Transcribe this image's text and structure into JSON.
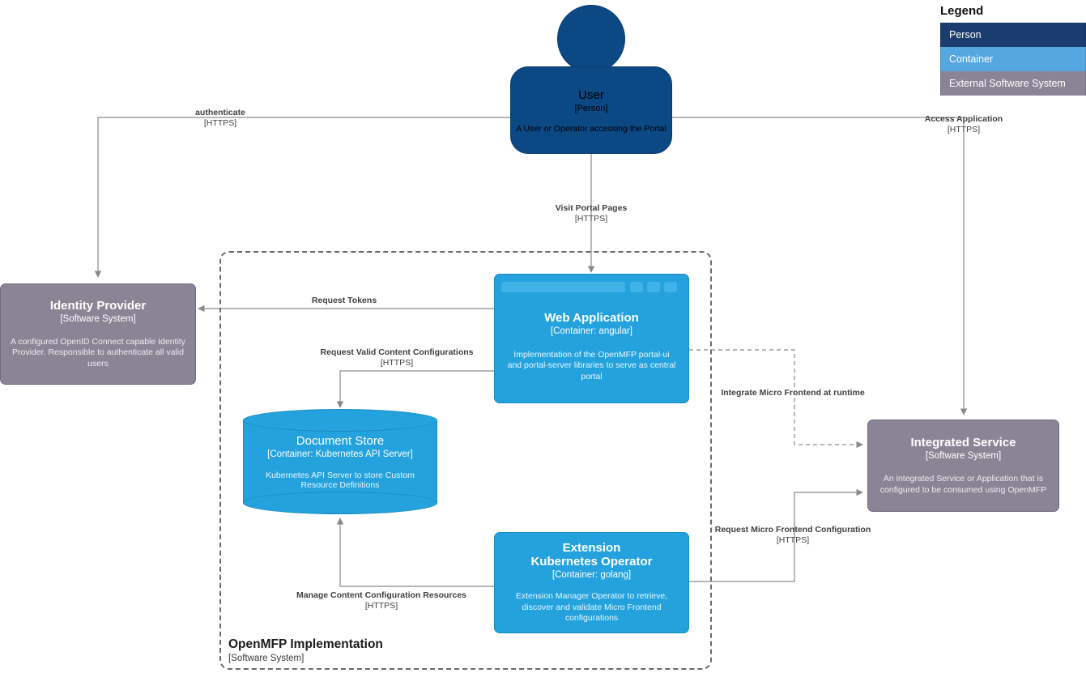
{
  "diagram": {
    "type": "c4-container-diagram",
    "colors": {
      "person": "#0b4884",
      "container": "#23a2dd",
      "external_software_system": "#8b8496",
      "boundary_stroke": "#6b6b6b",
      "edge_stroke": "#707070",
      "legend_person": "#1b3c6e",
      "legend_container": "#54a7e0",
      "legend_external": "#8b8496"
    }
  },
  "legend": {
    "title": "Legend",
    "items": [
      {
        "label": "Person",
        "kind": "person"
      },
      {
        "label": "Container",
        "kind": "container"
      },
      {
        "label": "External Software System",
        "kind": "external"
      }
    ]
  },
  "boundary": {
    "name": "OpenMFP Implementation",
    "type": "[Software System]"
  },
  "nodes": {
    "user": {
      "name": "User",
      "type": "[Person]",
      "description": "A User or Operator accessing the Portal"
    },
    "identity_provider": {
      "name": "Identity Provider",
      "type": "[Software System]",
      "description": "A configured OpenID Connect capable Identity Provider. Responsible to authenticate all valid users"
    },
    "web_application": {
      "name": "Web Application",
      "type": "[Container: angular]",
      "description": "Implementation of the OpenMFP portal-ui and portal-server libraries to serve as central portal"
    },
    "document_store": {
      "name": "Document Store",
      "type": "[Container: Kubernetes API Server]",
      "description": "Kubernetes API Server to store Custom Resource Definitions"
    },
    "extension_operator": {
      "name": "Extension Kubernetes Operator",
      "name_line1": "Extension",
      "name_line2": "Kubernetes Operator",
      "type": "[Container: golang]",
      "description": "Extension Manager Operator to retrieve, discover and validate Micro Frontend configurations"
    },
    "integrated_service": {
      "name": "Integrated Service",
      "type": "[Software System]",
      "description": "An integrated Service or Application that is configured to be consumed using OpenMFP"
    }
  },
  "edges": {
    "authenticate": {
      "label": "authenticate",
      "technology": "[HTTPS]"
    },
    "access_application": {
      "label": "Access Application",
      "technology": "[HTTPS]"
    },
    "visit_portal_pages": {
      "label": "Visit Portal Pages",
      "technology": "[HTTPS]"
    },
    "request_tokens": {
      "label": "Request Tokens",
      "technology": ""
    },
    "request_valid_content_configurations": {
      "label": "Request Valid Content Configurations",
      "technology": "[HTTPS]"
    },
    "integrate_micro_frontend": {
      "label": "Integrate Micro Frontend at runtime",
      "technology": ""
    },
    "manage_content_configuration_resources": {
      "label": "Manage Content Configuration Resources",
      "technology": "[HTTPS]"
    },
    "request_micro_frontend_configuration": {
      "label": "Request Micro Frontend Configuration",
      "technology": "[HTTPS]"
    }
  }
}
